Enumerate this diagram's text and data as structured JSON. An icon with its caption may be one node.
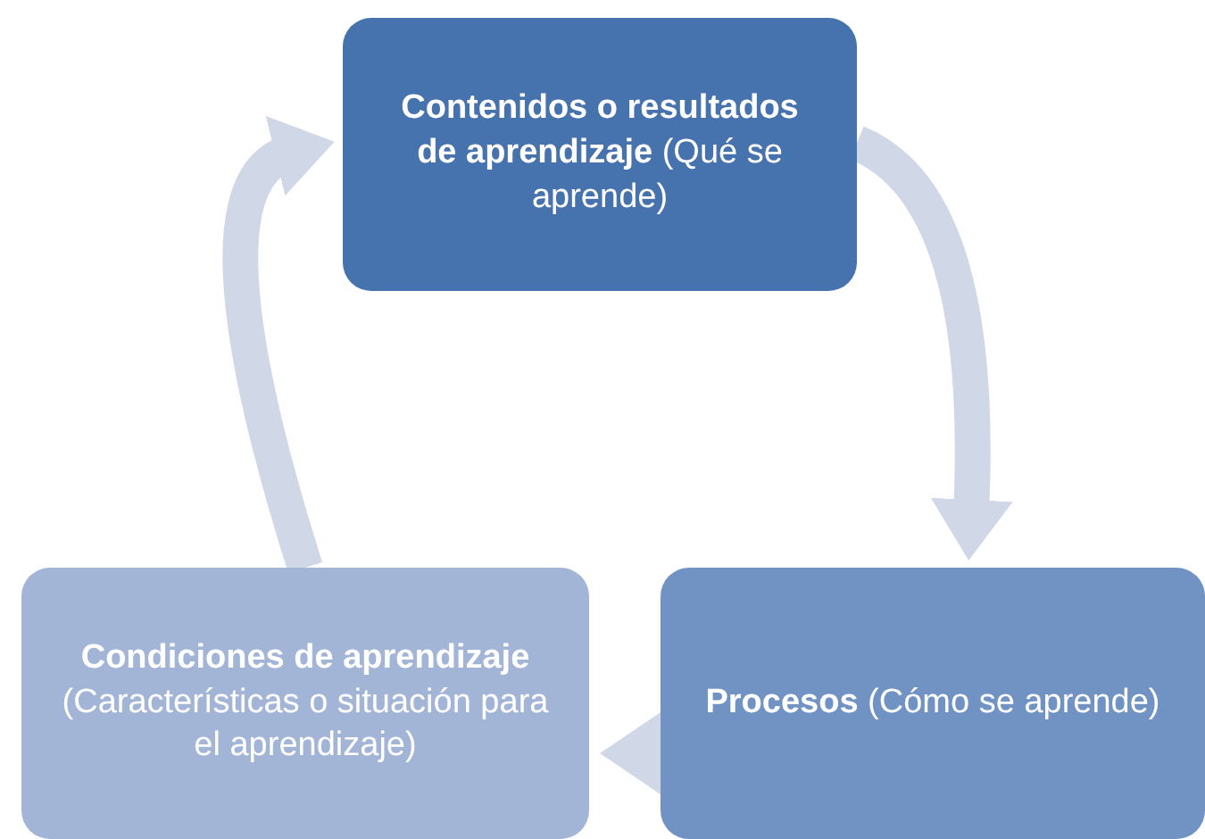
{
  "diagram": {
    "nodes": [
      {
        "text": [
          "**Contenidos o resultados de aprendizaje** (Qué se aprende)"
        ]
      },
      {
        "text": [
          "**Procesos** (Cómo se aprende)"
        ]
      },
      {
        "text": [
          "Condiciones de aprendizaje",
          "(Características o situación para el aprendizaje)"
        ]
      }
    ],
    "edges": [
      {
        "from": 0,
        "to": 1,
        "arrow": "to"
      },
      {
        "from": 1,
        "to": 2,
        "arrow": "to"
      },
      {
        "from": 2,
        "to": 0,
        "arrow": "to"
      }
    ]
  }
}
